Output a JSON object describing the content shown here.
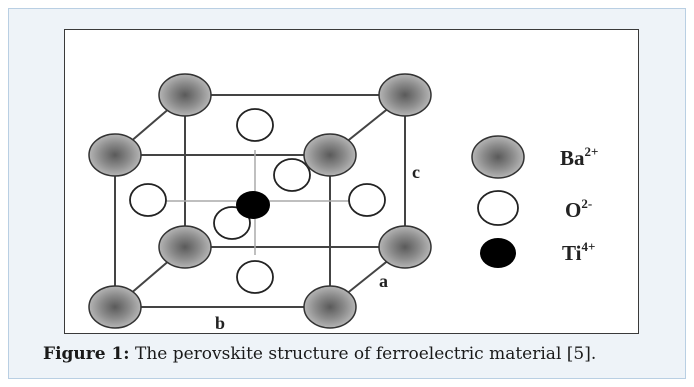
{
  "figure": {
    "axis_labels": {
      "a": "a",
      "b": "b",
      "c": "c"
    },
    "legend": [
      {
        "symbol": "gray-sphere",
        "ion": "Ba",
        "charge": "2+"
      },
      {
        "symbol": "open-circle",
        "ion": "O",
        "charge": "2-"
      },
      {
        "symbol": "black-dot",
        "ion": "Ti",
        "charge": "4+"
      }
    ],
    "colors": {
      "barium": "#8f8f8f",
      "oxygen": "#ffffff",
      "titanium": "#000000"
    }
  },
  "caption": {
    "label": "Figure 1:",
    "text": " The perovskite structure of ferroelectric material [5]."
  }
}
